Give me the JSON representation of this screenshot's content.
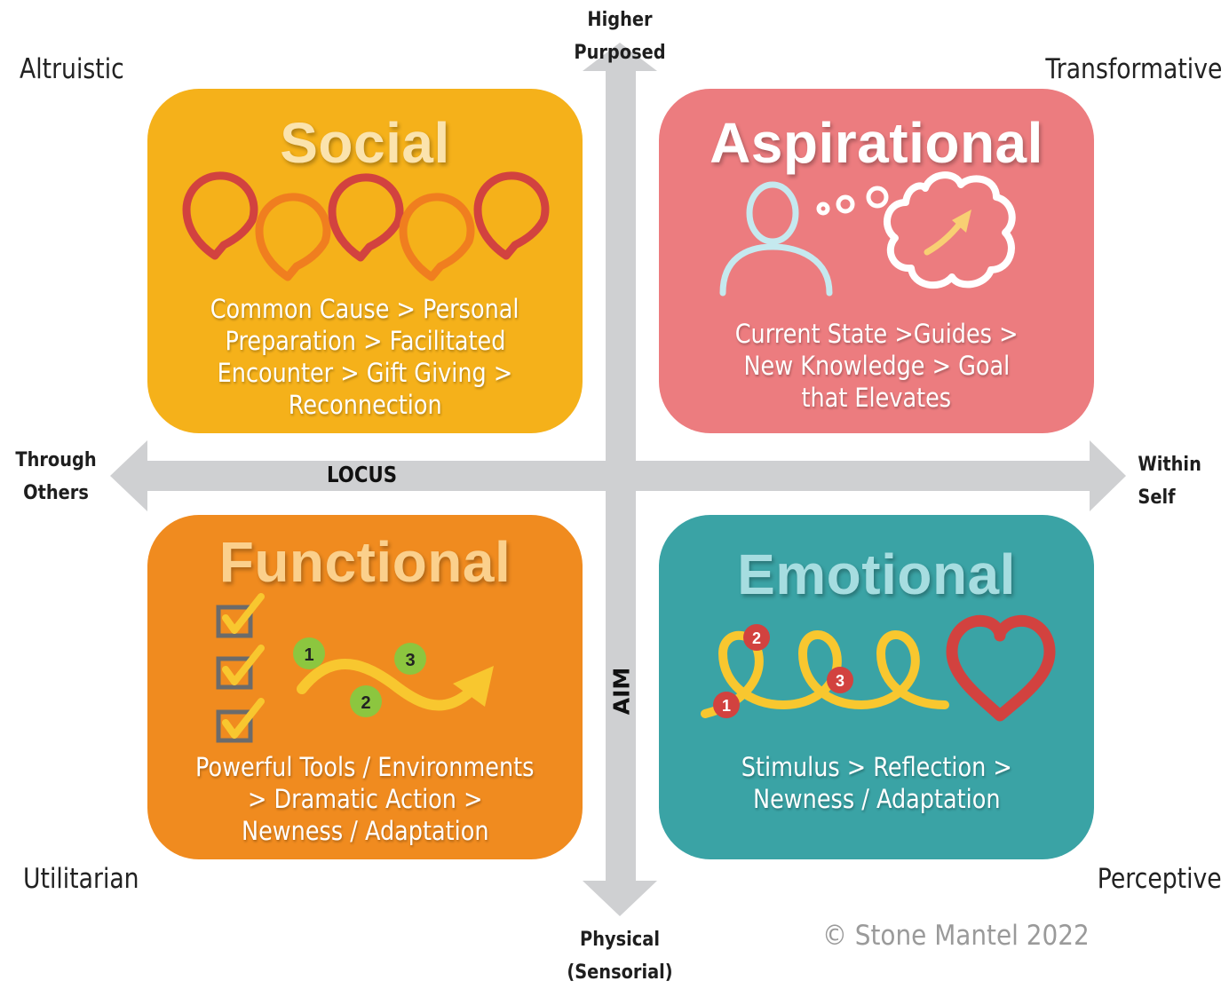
{
  "axes": {
    "vertical": {
      "top": "Higher Purposed",
      "bottom": "Physical (Sensorial)",
      "title": "AIM"
    },
    "horizontal": {
      "left_line1": "Through",
      "left_line2": "Others",
      "right_line1": "Within",
      "right_line2": "Self",
      "title": "LOCUS"
    }
  },
  "corners": {
    "top_left": "Altruistic",
    "top_right": "Transformative",
    "bottom_left": "Utilitarian",
    "bottom_right": "Perceptive"
  },
  "quadrants": {
    "social": {
      "title": "Social",
      "lines": [
        "Common Cause > Personal",
        "Preparation > Facilitated",
        "Encounter > Gift Giving >",
        "Reconnection"
      ],
      "color": "#f5b11a"
    },
    "aspirational": {
      "title": "Aspirational",
      "lines": [
        "Current State >Guides >",
        "New Knowledge > Goal",
        "that Elevates"
      ],
      "color": "#ec7c7f"
    },
    "functional": {
      "title": "Functional",
      "lines": [
        "Powerful Tools / Environments",
        "> Dramatic Action >",
        "Newness / Adaptation"
      ],
      "color": "#f08b1f"
    },
    "emotional": {
      "title": "Emotional",
      "lines": [
        "Stimulus > Reflection >",
        "Newness / Adaptation"
      ],
      "color": "#3aa3a5"
    }
  },
  "functional_steps": [
    "1",
    "2",
    "3"
  ],
  "emotional_steps": [
    "1",
    "2",
    "3"
  ],
  "credit": "© Stone Mantel 2022"
}
